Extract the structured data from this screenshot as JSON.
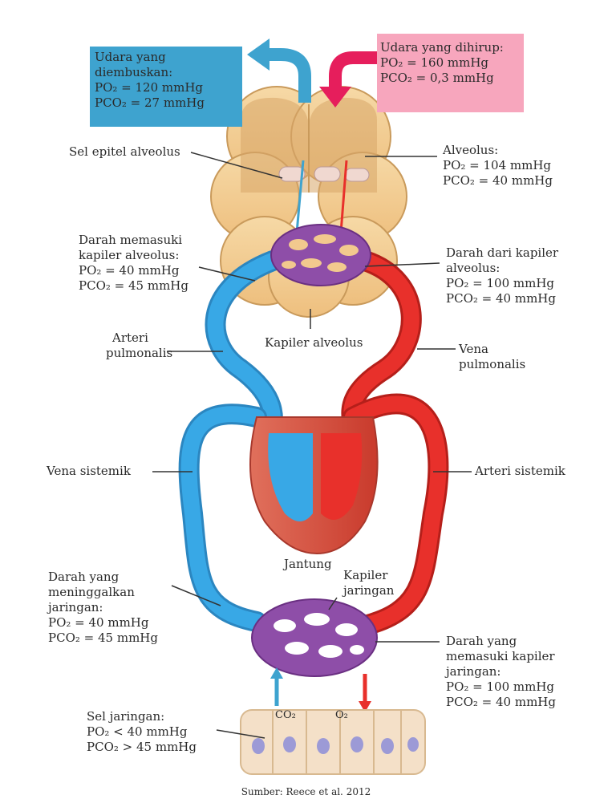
{
  "exhaled": {
    "l1": "Udara yang",
    "l2": "diembuskan:",
    "l3": "PO₂ = 120 mmHg",
    "l4": "PCO₂ = 27 mmHg"
  },
  "inhaled": {
    "l1": "Udara yang dihirup:",
    "l2": "PO₂ = 160 mmHg",
    "l3": "PCO₂ = 0,3 mmHg"
  },
  "epithel": "Sel epitel alveolus",
  "alveolus": {
    "l1": "Alveolus:",
    "l2": "PO₂ = 104 mmHg",
    "l3": "PCO₂ = 40 mmHg"
  },
  "blood_in_alv": {
    "l1": "Darah memasuki",
    "l2": "kapiler alveolus:",
    "l3": "PO₂ = 40 mmHg",
    "l4": "PCO₂ = 45 mmHg"
  },
  "blood_from_alv": {
    "l1": "Darah dari kapiler",
    "l2": "alveolus:",
    "l3": "PO₂ = 100 mmHg",
    "l4": "PCO₂ = 40 mmHg"
  },
  "pulm_artery": {
    "l1": "Arteri",
    "l2": "pulmonalis"
  },
  "alv_capillary": "Kapiler alveolus",
  "pulm_vein": {
    "l1": "Vena",
    "l2": "pulmonalis"
  },
  "sys_vein": "Vena sistemik",
  "sys_artery": "Arteri sistemik",
  "heart": "Jantung",
  "tissue_capillary": {
    "l1": "Kapiler",
    "l2": "jaringan"
  },
  "blood_leaving": {
    "l1": "Darah yang",
    "l2": "meninggalkan",
    "l3": "jaringan:",
    "l4": "PO₂ = 40 mmHg",
    "l5": "PCO₂ = 45 mmHg"
  },
  "blood_entering": {
    "l1": "Darah yang",
    "l2": "memasuki kapiler",
    "l3": "jaringan:",
    "l4": "PO₂ = 100 mmHg",
    "l5": "PCO₂ = 40 mmHg"
  },
  "tissue_cells": {
    "l1": "Sel jaringan:",
    "l2": "PO₂ < 40 mmHg",
    "l3": "PCO₂ > 45 mmHg"
  },
  "co2": "CO₂",
  "o2": "O₂",
  "source": "Sumber: Reece et al. 2012",
  "colors": {
    "blue": "#3ea3cf",
    "pink": "#f7a6bd",
    "vein": "#38a8e6",
    "artery": "#e8302b",
    "capillary": "#8e4ea8",
    "lung": "#f2c98e"
  }
}
